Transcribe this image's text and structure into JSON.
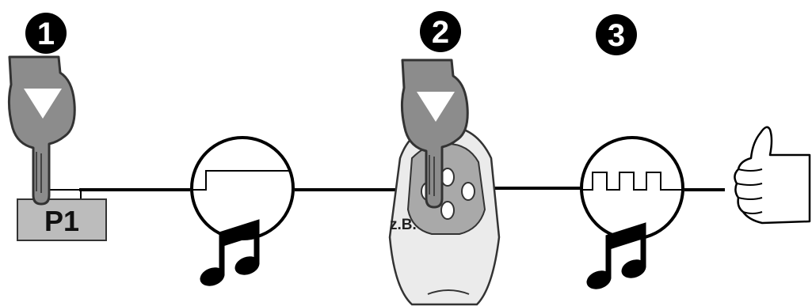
{
  "steps": [
    {
      "number": "1"
    },
    {
      "number": "2"
    },
    {
      "number": "3"
    }
  ],
  "button": {
    "label": "P1"
  },
  "remote": {
    "label": "z.B."
  },
  "colors": {
    "line": "#000000",
    "hand_fill": "#8c8c8c",
    "hand_stroke": "#333333",
    "arrow": "#ffffff",
    "button_fill": "#bcbcbc",
    "remote_fill": "#ebebeb",
    "remote_panel": "#a9a9a9"
  },
  "icons": [
    "hand-press-icon",
    "button-p1",
    "signal-step-icon",
    "music-note-icon",
    "remote-icon",
    "signal-pulse-icon",
    "thumbs-up-icon"
  ]
}
